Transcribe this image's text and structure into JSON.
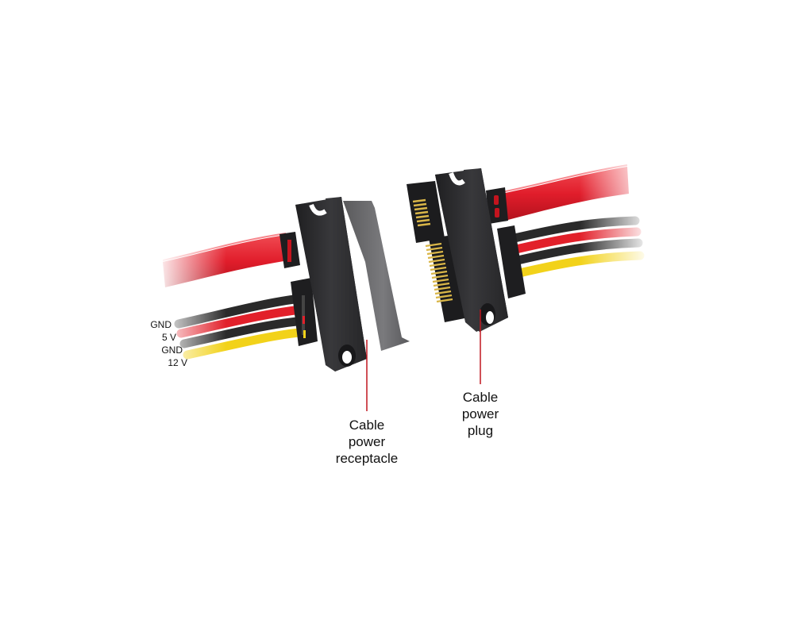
{
  "diagram": {
    "subject": "SATA power cable extension connectors",
    "pin_labels": [
      {
        "text": "GND",
        "wire_color": "#2a2a2a"
      },
      {
        "text": "5 V",
        "wire_color": "#e2202a"
      },
      {
        "text": "GND",
        "wire_color": "#2a2a2a"
      },
      {
        "text": "12 V",
        "wire_color": "#f2d21a"
      }
    ],
    "callouts": {
      "receptacle": {
        "line1": "Cable",
        "line2": "power",
        "line3": "receptacle"
      },
      "plug": {
        "line1": "Cable",
        "line2": "power",
        "line3": "plug"
      }
    },
    "colors": {
      "data_cable": "#e11d2b",
      "connector_body": "#2b2b2d",
      "connector_face": "#6a6a6c",
      "contacts": "#d9b648",
      "leader_line": "#c0161f",
      "background": "#ffffff"
    }
  }
}
